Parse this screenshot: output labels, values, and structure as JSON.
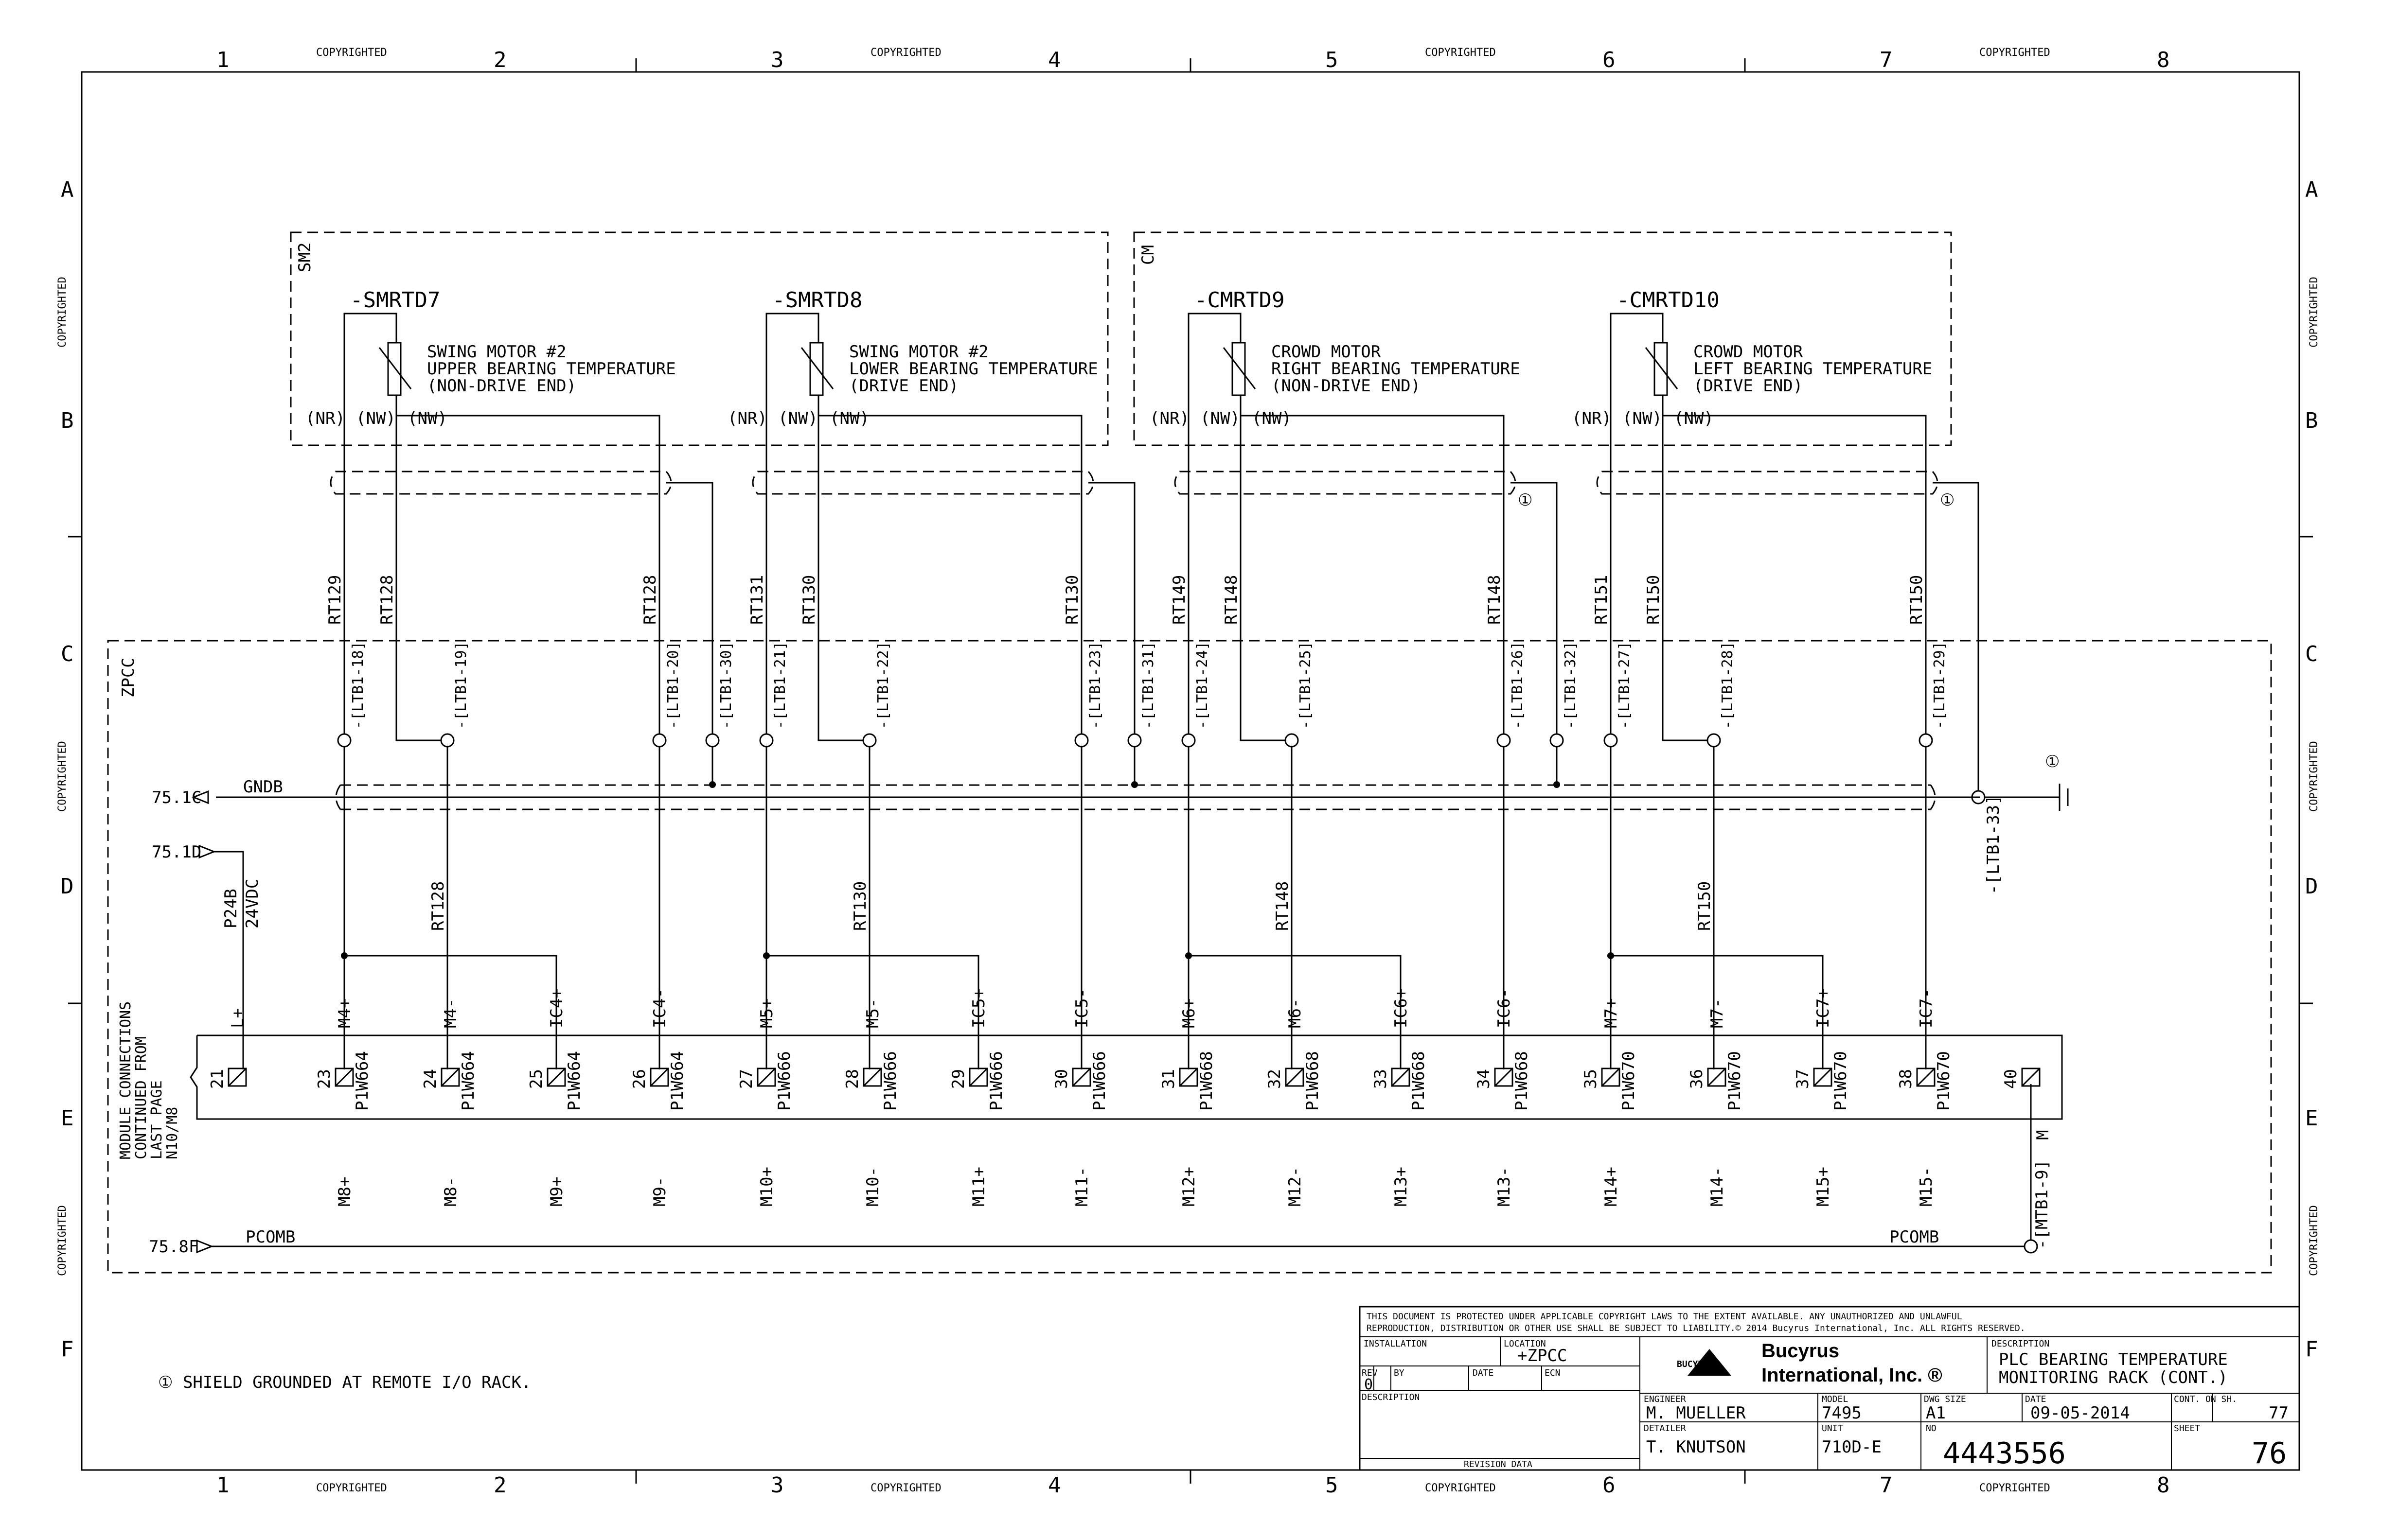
{
  "border": {
    "columns": [
      "1",
      "2",
      "3",
      "4",
      "5",
      "6",
      "7",
      "8"
    ],
    "rows": [
      "A",
      "B",
      "C",
      "D",
      "E",
      "F"
    ],
    "copyright": "COPYRIGHTED"
  },
  "zones": {
    "sm2": "SM2",
    "cm": "CM",
    "zpcc": "ZPCC"
  },
  "sensors": [
    {
      "tag": "-SMRTD7",
      "l1": "SWING MOTOR #2",
      "l2": "UPPER BEARING TEMPERATURE",
      "l3": "(NON-DRIVE END)",
      "w1": "RT129",
      "w2": "RT128",
      "w3": "RT128",
      "t1": "-[LTB1-18]",
      "t2": "-[LTB1-19]",
      "t3": "-[LTB1-20]",
      "ts": "-[LTB1-30]",
      "wm": "RT128"
    },
    {
      "tag": "-SMRTD8",
      "l1": "SWING MOTOR #2",
      "l2": "LOWER BEARING TEMPERATURE",
      "l3": "(DRIVE END)",
      "w1": "RT131",
      "w2": "RT130",
      "w3": "RT130",
      "t1": "-[LTB1-21]",
      "t2": "-[LTB1-22]",
      "t3": "-[LTB1-23]",
      "ts": "-[LTB1-31]",
      "wm": "RT130"
    },
    {
      "tag": "-CMRTD9",
      "l1": "CROWD MOTOR",
      "l2": "RIGHT BEARING TEMPERATURE",
      "l3": "(NON-DRIVE END)",
      "w1": "RT149",
      "w2": "RT148",
      "w3": "RT148",
      "t1": "-[LTB1-24]",
      "t2": "-[LTB1-25]",
      "t3": "-[LTB1-26]",
      "ts": "-[LTB1-32]",
      "wm": "RT148"
    },
    {
      "tag": "-CMRTD10",
      "l1": "CROWD MOTOR",
      "l2": "LEFT BEARING TEMPERATURE",
      "l3": "(DRIVE END)",
      "w1": "RT151",
      "w2": "RT150",
      "w3": "RT150",
      "t1": "-[LTB1-27]",
      "t2": "-[LTB1-28]",
      "t3": "-[LTB1-29]",
      "ts": "",
      "wm": "RT150"
    }
  ],
  "leads": {
    "nr": "(NR)",
    "nw": "(NW)"
  },
  "shield_marker": "①",
  "gnd_terminal": "-[LTB1-33]",
  "refs": {
    "gndb_ref": "75.1C",
    "gndb": "GNDB",
    "p24_ref": "75.1D",
    "p24b": "P24B",
    "vdc": "24VDC",
    "pcomb_ref": "75.8F",
    "pcomb": "PCOMB",
    "pcomb_right": "PCOMB",
    "mtb": "-[MTB1-9]",
    "m": "M"
  },
  "module_label": [
    "MODULE CONNECTIONS",
    "CONTINUED FROM",
    "LAST PAGE",
    "N10/M8"
  ],
  "pins": [
    {
      "n": "21",
      "top": "L+",
      "mod": "",
      "bot": ""
    },
    {
      "n": "23",
      "top": "M4+",
      "mod": "P1W664",
      "bot": "M8+"
    },
    {
      "n": "24",
      "top": "M4-",
      "mod": "P1W664",
      "bot": "M8-"
    },
    {
      "n": "25",
      "top": "IC4+",
      "mod": "P1W664",
      "bot": "M9+"
    },
    {
      "n": "26",
      "top": "IC4-",
      "mod": "P1W664",
      "bot": "M9-"
    },
    {
      "n": "27",
      "top": "M5+",
      "mod": "P1W666",
      "bot": "M10+"
    },
    {
      "n": "28",
      "top": "M5-",
      "mod": "P1W666",
      "bot": "M10-"
    },
    {
      "n": "29",
      "top": "IC5+",
      "mod": "P1W666",
      "bot": "M11+"
    },
    {
      "n": "30",
      "top": "IC5-",
      "mod": "P1W666",
      "bot": "M11-"
    },
    {
      "n": "31",
      "top": "M6+",
      "mod": "P1W668",
      "bot": "M12+"
    },
    {
      "n": "32",
      "top": "M6-",
      "mod": "P1W668",
      "bot": "M12-"
    },
    {
      "n": "33",
      "top": "IC6+",
      "mod": "P1W668",
      "bot": "M13+"
    },
    {
      "n": "34",
      "top": "IC6-",
      "mod": "P1W668",
      "bot": "M13-"
    },
    {
      "n": "35",
      "top": "M7+",
      "mod": "P1W670",
      "bot": "M14+"
    },
    {
      "n": "36",
      "top": "M7-",
      "mod": "P1W670",
      "bot": "M14-"
    },
    {
      "n": "37",
      "top": "IC7+",
      "mod": "P1W670",
      "bot": "M15+"
    },
    {
      "n": "38",
      "top": "IC7-",
      "mod": "P1W670",
      "bot": "M15-"
    },
    {
      "n": "40",
      "top": "",
      "mod": "",
      "bot": ""
    }
  ],
  "note": "① SHIELD GROUNDED AT REMOTE I/O RACK.",
  "title_block": {
    "notice1": "THIS DOCUMENT IS PROTECTED UNDER APPLICABLE COPYRIGHT LAWS TO THE EXTENT AVAILABLE.  ANY UNAUTHORIZED AND UNLAWFUL",
    "notice2": "REPRODUCTION, DISTRIBUTION OR OTHER USE SHALL BE SUBJECT TO LIABILITY.© 2014  Bucyrus International, Inc. ALL RIGHTS RESERVED.",
    "installation_lbl": "INSTALLATION",
    "location_lbl": "LOCATION",
    "location": "+ZPCC",
    "rev_lbl": "REV",
    "rev": "0",
    "by_lbl": "BY",
    "date_lbl": "DATE",
    "ecn_lbl": "ECN",
    "description_lbl": "DESCRIPTION",
    "revision_data": "REVISION DATA",
    "company1": "Bucyrus",
    "company2": "International, Inc. ®",
    "logo_text": "BUCYRUS",
    "desc_lbl": "DESCRIPTION",
    "desc1": "PLC BEARING TEMPERATURE",
    "desc2": "MONITORING RACK (CONT.)",
    "engineer_lbl": "ENGINEER",
    "engineer": "M. MUELLER",
    "model_lbl": "MODEL",
    "model": "7495",
    "dwg_size_lbl": "DWG SIZE",
    "dwg_size": "A1",
    "date2_lbl": "DATE",
    "date": "09-05-2014",
    "cont_lbl": "CONT. ON SH.",
    "cont": "77",
    "detailer_lbl": "DETAILER",
    "detailer": "T. KNUTSON",
    "unit_lbl": "UNIT",
    "unit": "710D-E",
    "no_lbl": "NO",
    "number": "4443556",
    "sheet_lbl": "SHEET",
    "sheet": "76"
  }
}
